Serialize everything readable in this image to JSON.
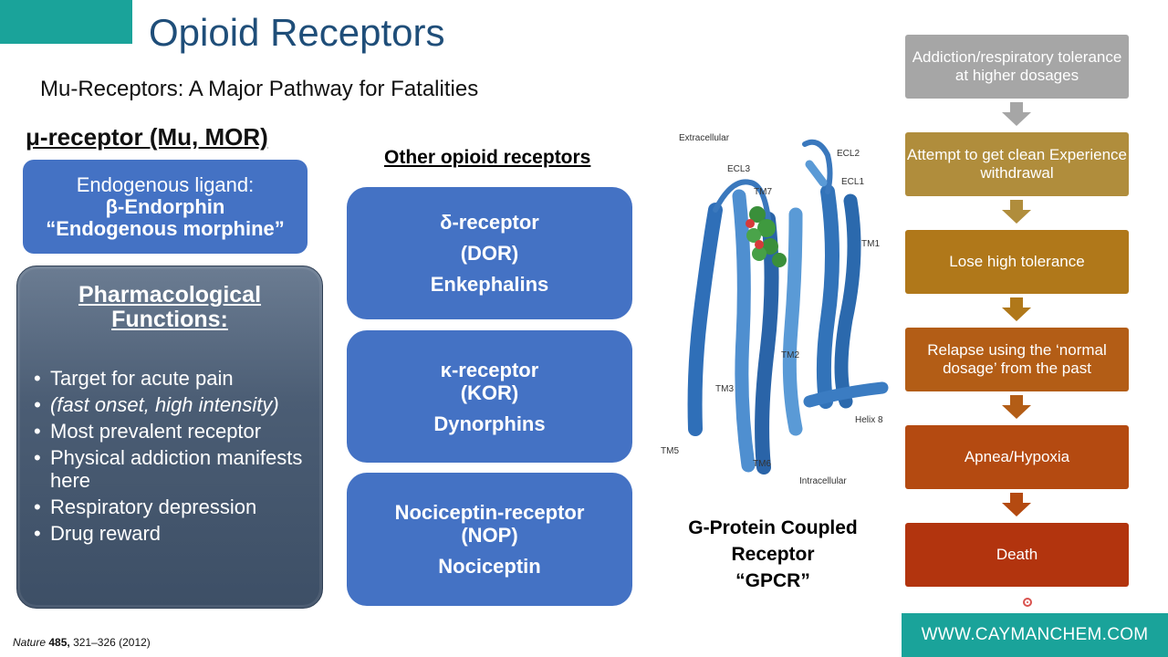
{
  "slide": {
    "title": "Opioid Receptors",
    "subtitle": "Mu-Receptors: A Major Pathway for Fatalities"
  },
  "mu": {
    "heading": "μ-receptor (Mu, MOR)",
    "ligand_line1": "Endogenous ligand:",
    "ligand_line2": "β-Endorphin",
    "ligand_line3": "“Endogenous morphine”",
    "functions_heading_1": "Pharmacological",
    "functions_heading_2": "Functions:",
    "functions": [
      "Target for acute pain",
      "(fast onset, high intensity)",
      "Most prevalent receptor",
      "Physical addiction manifests here",
      "Respiratory depression",
      "Drug reward"
    ]
  },
  "other": {
    "heading": "Other opioid receptors",
    "delta": {
      "name": "δ-receptor",
      "abbr": "(DOR)",
      "ligand": "Enkephalins"
    },
    "kappa": {
      "name": "κ-receptor",
      "abbr": "(KOR)",
      "ligand": "Dynorphins"
    },
    "noci": {
      "name": "Nociceptin-receptor",
      "abbr": "(NOP)",
      "ligand": "Nociceptin"
    }
  },
  "figure": {
    "labels": {
      "extracellular": "Extracellular",
      "intracellular": "Intracellular",
      "ecl1": "ECL1",
      "ecl2": "ECL2",
      "ecl3": "ECL3",
      "tm1": "TM1",
      "tm2": "TM2",
      "tm3": "TM3",
      "tm5": "TM5",
      "tm6": "TM6",
      "tm7": "TM7",
      "helix8": "Helix 8"
    },
    "caption_line1": "G-Protein Coupled",
    "caption_line2": "Receptor",
    "caption_line3": "“GPCR”"
  },
  "flow": {
    "steps": [
      {
        "text": "Addiction/respiratory tolerance at higher dosages",
        "color": "#a6a6a6"
      },
      {
        "text": "Attempt to get clean Experience withdrawal",
        "color": "#b08d3c"
      },
      {
        "text": "Lose high tolerance",
        "color": "#b0781a"
      },
      {
        "text": "Relapse using the ‘normal dosage’ from the past",
        "color": "#b35d16"
      },
      {
        "text": "Apnea/Hypoxia",
        "color": "#b44a11"
      },
      {
        "text": "Death",
        "color": "#b2340e"
      }
    ],
    "arrow_colors": [
      "#a6a6a6",
      "#b08d3c",
      "#b0781a",
      "#b35d16",
      "#b44a11"
    ]
  },
  "footer": {
    "citation_journal": "Nature",
    "citation_volume": "485,",
    "citation_rest": " 321–326 (2012)",
    "website": "WWW.CAYMANCHEM.COM"
  },
  "colors": {
    "accent_teal": "#1aa39a",
    "title_blue": "#1f4e79",
    "box_blue": "#4472c4"
  }
}
